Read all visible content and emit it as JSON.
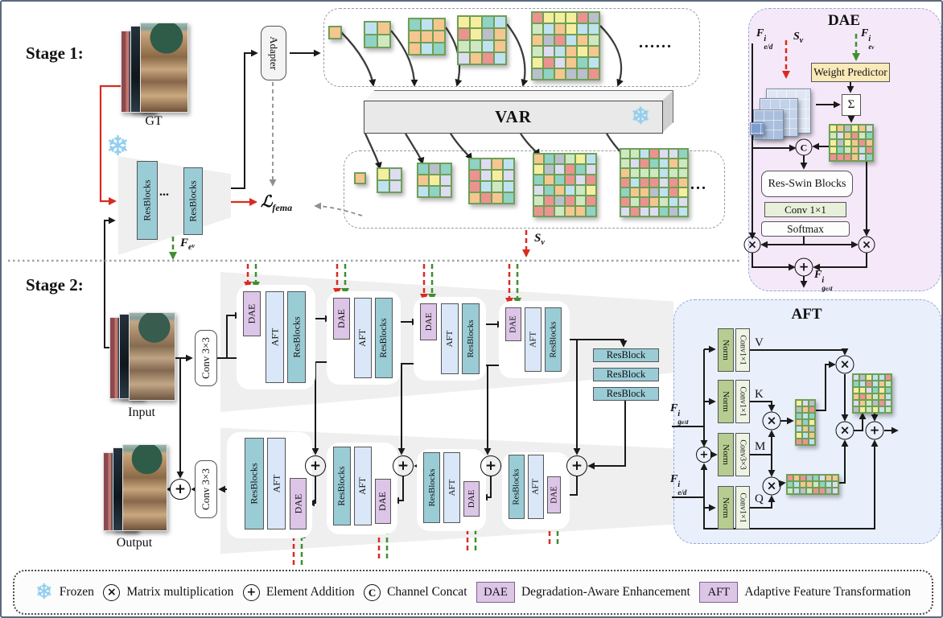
{
  "stage1": {
    "title": "Stage 1:",
    "gt": "GT",
    "adapter": "Adapter",
    "var": "VAR",
    "resblocks": "ResBlocks",
    "ellipsis_mid": "...",
    "ellipsis_top": "......",
    "ellipsis_bottom": "...",
    "loss_base": "ℒ",
    "loss_sub": "fema",
    "fev_base": "F",
    "fev_sub": "e",
    "fev_subsub": "v",
    "sv_base": "S",
    "sv_sub": "v",
    "top_scales": [
      1,
      2,
      3,
      4,
      6
    ],
    "bottom_scales": [
      1,
      2,
      3,
      4,
      6,
      7
    ]
  },
  "stage2": {
    "title": "Stage 2:",
    "input": "Input",
    "output": "Output",
    "conv3": "Conv 3×3",
    "resblock": "ResBlock",
    "dae": "DAE",
    "aft": "AFT",
    "resblocks": "ResBlocks"
  },
  "dae_panel": {
    "title": "DAE",
    "weight_predictor": "Weight Predictor",
    "sigma": "Σ",
    "concat": "C",
    "res_swin": "Res-Swin Blocks",
    "conv1": "Conv 1×1",
    "softmax": "Softmax",
    "in_fed_base": "F",
    "in_fed_sup": "i",
    "in_fed_sub": "e/d",
    "in_sv_base": "S",
    "in_sv_sub": "v",
    "in_fev_base": "F",
    "in_fev_sup": "i",
    "in_fev_sub": "e",
    "in_fev_subsub": "v",
    "out_base": "F",
    "out_sup": "i",
    "out_sub": "g",
    "out_subsub": "e/d"
  },
  "aft_panel": {
    "title": "AFT",
    "norm": "Norm",
    "conv1": "Conv1×1",
    "conv3": "Conv3×3",
    "v": "V",
    "k": "K",
    "m": "M",
    "q": "Q",
    "in_g_base": "F",
    "in_g_sup": "i",
    "in_g_sub": "g",
    "in_g_subsub": "e/d",
    "in_e_base": "F",
    "in_e_sup": "i",
    "in_e_sub": "e/d"
  },
  "legend": {
    "frozen": "Frozen",
    "matmul": "Matrix multiplication",
    "add": "Element Addition",
    "concat": "Channel Concat",
    "dae": "DAE",
    "dae_text": "Degradation-Aware Enhancement",
    "aft": "AFT",
    "aft_text": "Adaptive Feature Transformation"
  },
  "symbols": {
    "multiply": "×",
    "plus": "+",
    "concat_letter": "C",
    "snowflake": "❄"
  },
  "colors": {
    "red": "#d92b20",
    "green": "#3f8f2f",
    "teal_box": "#9accd6",
    "aft_box": "#d9e7f8",
    "dae_box": "#dcc5e6",
    "panel_dae_bg": "#f5e9f9",
    "panel_aft_bg": "#e9f0fc",
    "norm_green": "#b6cc90",
    "conv_light": "#e6f0da",
    "wp_yellow": "#fae9b9",
    "snowflake_blue": "#8fd0f2",
    "cell_border": "#6f9f57",
    "palette": [
      "#f5c690",
      "#ec9391",
      "#bfe2f1",
      "#f6ee9e",
      "#90d2c3",
      "#b9bfcc",
      "#dddcf2",
      "#cfe8c2"
    ]
  }
}
